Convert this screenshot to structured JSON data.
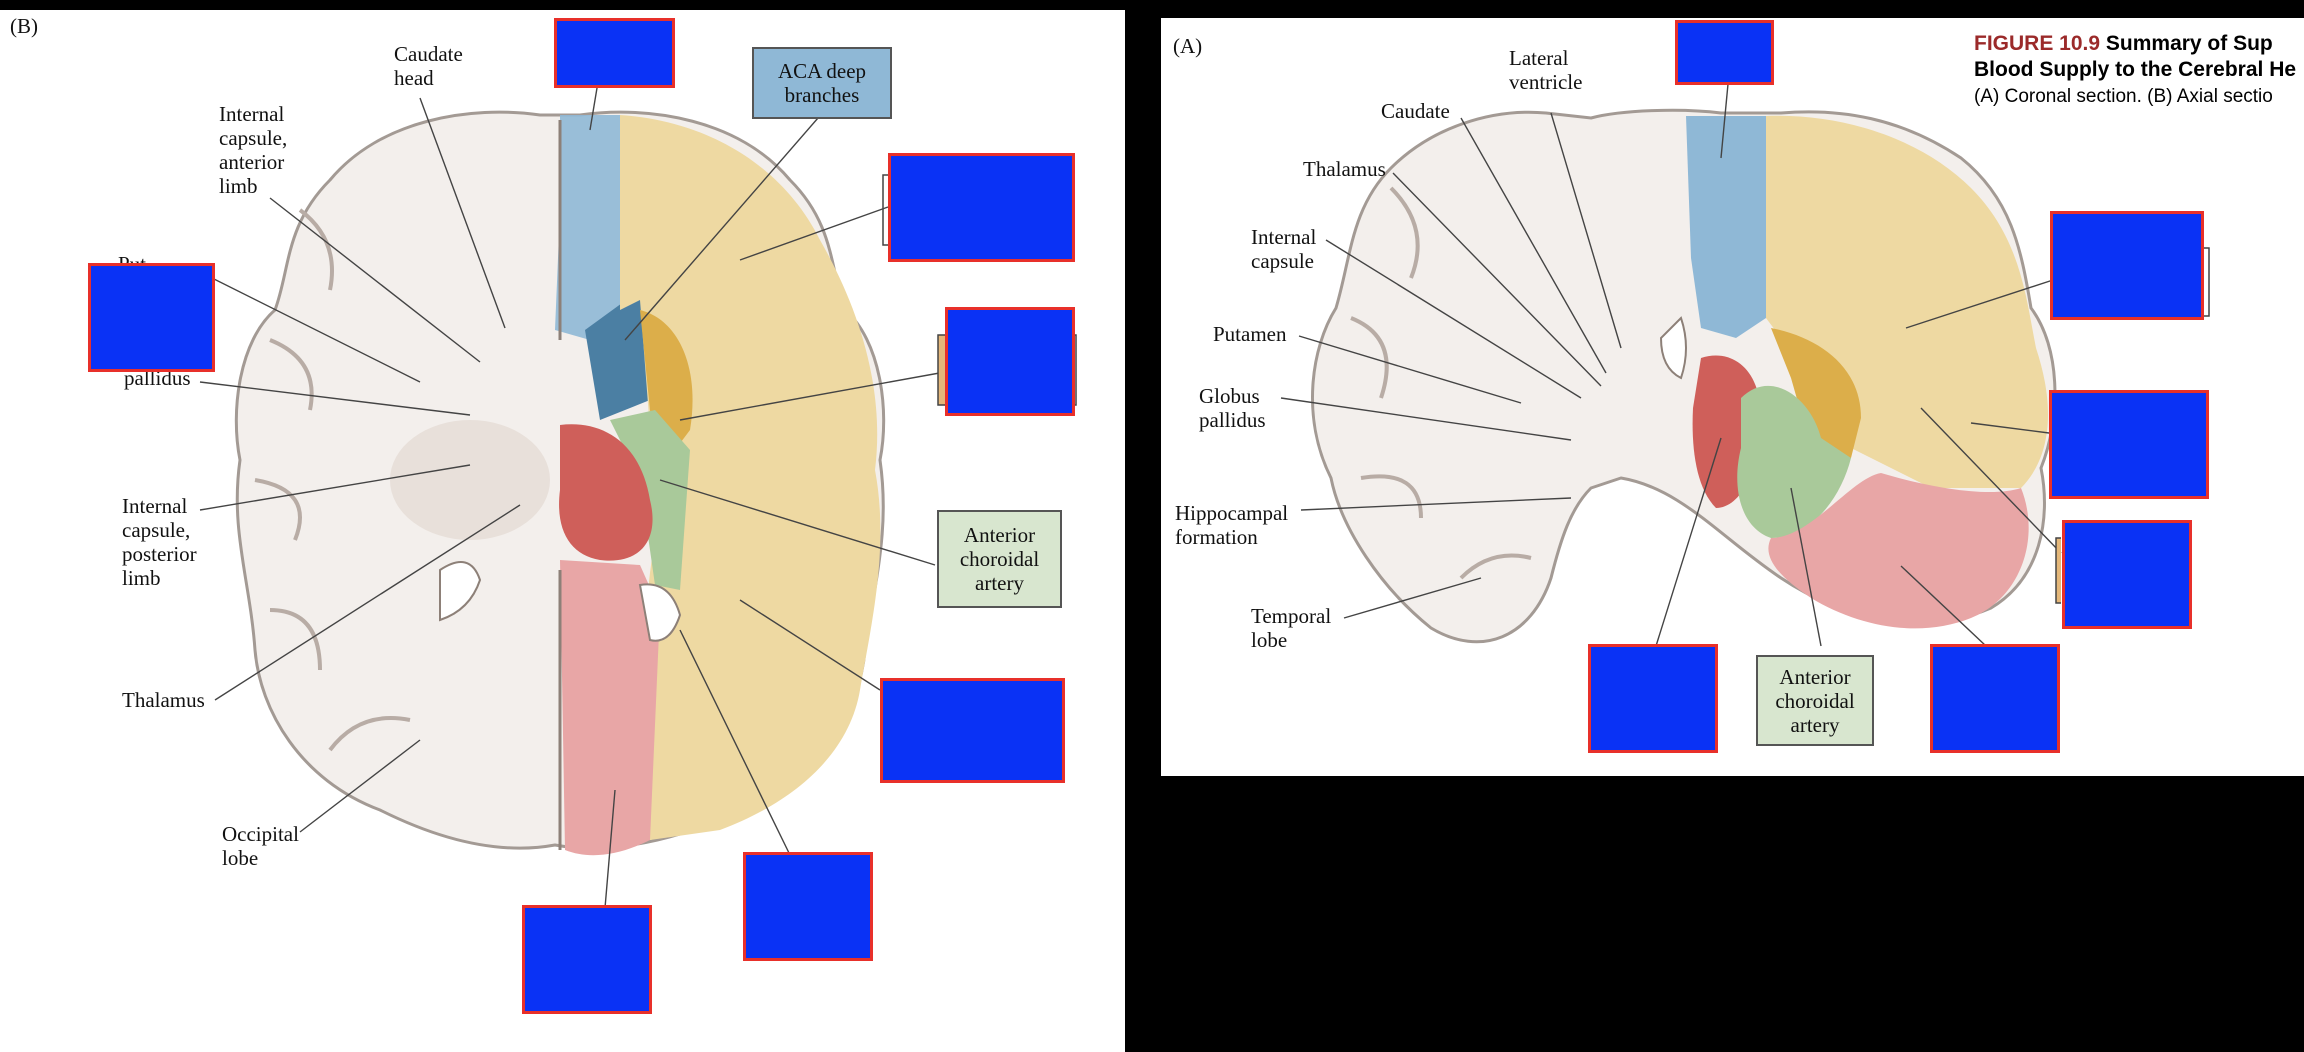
{
  "panel_b": {
    "panel_label": "(B)",
    "labels": {
      "caudate_head": "Caudate\nhead",
      "internal_capsule_anterior_limb": "Internal\ncapsule,\nanterior\nlimb",
      "putamen_partial": "Put",
      "globus_pallidus_partial": "pallidus",
      "internal_capsule_posterior_limb": "Internal\ncapsule,\nposterior\nlimb",
      "thalamus": "Thalamus",
      "occipital_lobe": "Occipital\nlobe"
    },
    "aca_deep_branches": "ACA deep\nbranches",
    "anterior_choroidal_artery": "Anterior\nchoroidal\nartery"
  },
  "panel_a": {
    "panel_label": "(A)",
    "labels": {
      "lateral_ventricle": "Lateral\nventricle",
      "caudate": "Caudate",
      "thalamus": "Thalamus",
      "internal_capsule": "Internal\ncapsule",
      "putamen": "Putamen",
      "globus_pallidus": "Globus\npallidus",
      "hippocampal_formation": "Hippocampal\nformation",
      "temporal_lobe": "Temporal\nlobe"
    },
    "anterior_choroidal_artery": "Anterior\nchoroidal\nartery",
    "caption": {
      "figure_number": "FIGURE 10.9",
      "title_line1": "Summary of Sup",
      "title_line2": "Blood Supply to the Cerebral He",
      "subtitle": "(A) Coronal section. (B) Axial sectio"
    }
  },
  "colors": {
    "blank_fill": "#0a32f5",
    "blank_border": "#e8302a",
    "aca_blue": "#8fb8d6",
    "mca_yellow": "#eed9a2",
    "pca_pink": "#e8a6a6",
    "achoroidal_green": "#a9c99a",
    "lenticulostriate_orange": "#dcae4a",
    "thalamic_red": "#cf5f5a",
    "caption_red": "#9b2a2a"
  }
}
